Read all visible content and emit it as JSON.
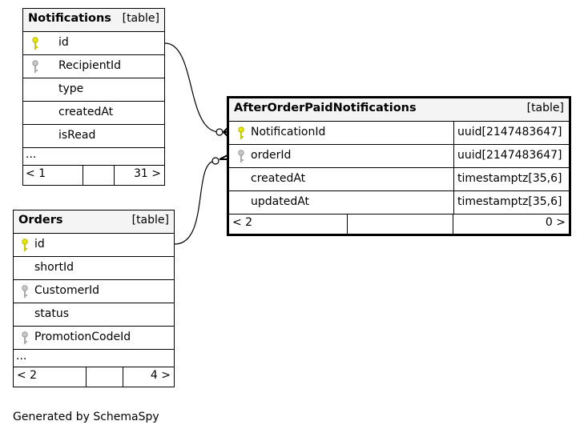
{
  "tables": {
    "notifications": {
      "name": "Notifications",
      "kind": "[table]",
      "columns": [
        "id",
        "RecipientId",
        "type",
        "createdAt",
        "isRead"
      ],
      "ellipsis": "...",
      "footer": {
        "left": "< 1",
        "right": "31 >"
      }
    },
    "orders": {
      "name": "Orders",
      "kind": "[table]",
      "columns": [
        "id",
        "shortId",
        "CustomerId",
        "status",
        "PromotionCodeId"
      ],
      "ellipsis": "...",
      "footer": {
        "left": "< 2",
        "right": "4 >"
      }
    },
    "afterOrderPaid": {
      "name": "AfterOrderPaidNotifications",
      "kind": "[table]",
      "columns": [
        {
          "name": "NotificationId",
          "type": "uuid[2147483647]"
        },
        {
          "name": "orderId",
          "type": "uuid[2147483647]"
        },
        {
          "name": "createdAt",
          "type": "timestamptz[35,6]"
        },
        {
          "name": "updatedAt",
          "type": "timestamptz[35,6]"
        }
      ],
      "footer": {
        "left": "< 2",
        "right": "0 >"
      }
    }
  },
  "colors": {
    "primary_key": "#e8e800",
    "foreign_key": "#b0b0b0",
    "header_bg": "#f4f4f4"
  },
  "footer_text": "Generated by SchemaSpy"
}
